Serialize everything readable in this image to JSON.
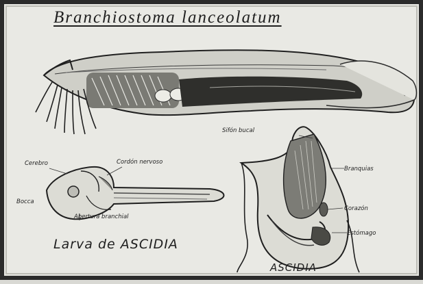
{
  "title": "Branchiostoma lanceolatum",
  "larva": {
    "caption": "Larva de ASCIDIA",
    "labels": {
      "cerebro": "Cerebro",
      "corpo": "Cordón nervoso",
      "bocca": "Bocca",
      "abertura": "Abertura branchial"
    }
  },
  "ascidia": {
    "caption": "ASCIDIA",
    "labels": {
      "orificio": "Sifón bucal",
      "branquias": "Branquias",
      "corazon": "Corazón",
      "estomago": "Estómago"
    }
  }
}
